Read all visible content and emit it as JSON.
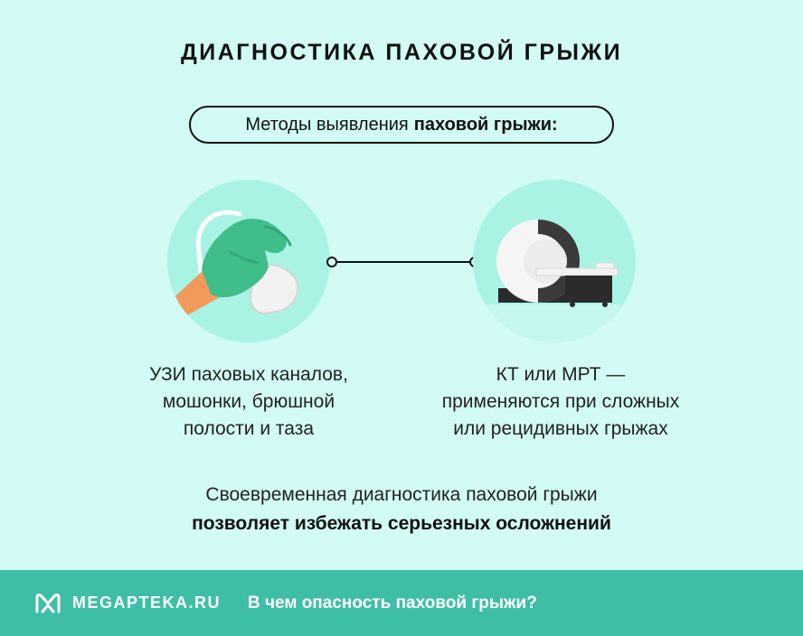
{
  "title": "ДИАГНОСТИКА ПАХОВОЙ ГРЫЖИ",
  "methods_pill": {
    "prefix": "Методы выявления",
    "bold": "паховой грыжи:"
  },
  "methods": [
    {
      "icon": "ultrasound-probe-icon",
      "lines": [
        "УЗИ паховых каналов,",
        "мошонки, брюшной",
        "полости и таза"
      ]
    },
    {
      "icon": "ct-scanner-icon",
      "lines": [
        "КТ или МРТ —",
        "применяются при сложных",
        "или рецидивных грыжах"
      ]
    }
  ],
  "summary": {
    "line1": "Своевременная диагностика паховой грыжи",
    "line2": "позволяет избежать серьезных осложнений"
  },
  "footer": {
    "brand": "MEGAPTEKA.RU",
    "link": "В чем опасность паховой грыжи?"
  },
  "colors": {
    "background": "#d1fbf4",
    "circle": "#a9f3e5",
    "footer": "#3fbea6",
    "glove": "#3fbe8a"
  }
}
